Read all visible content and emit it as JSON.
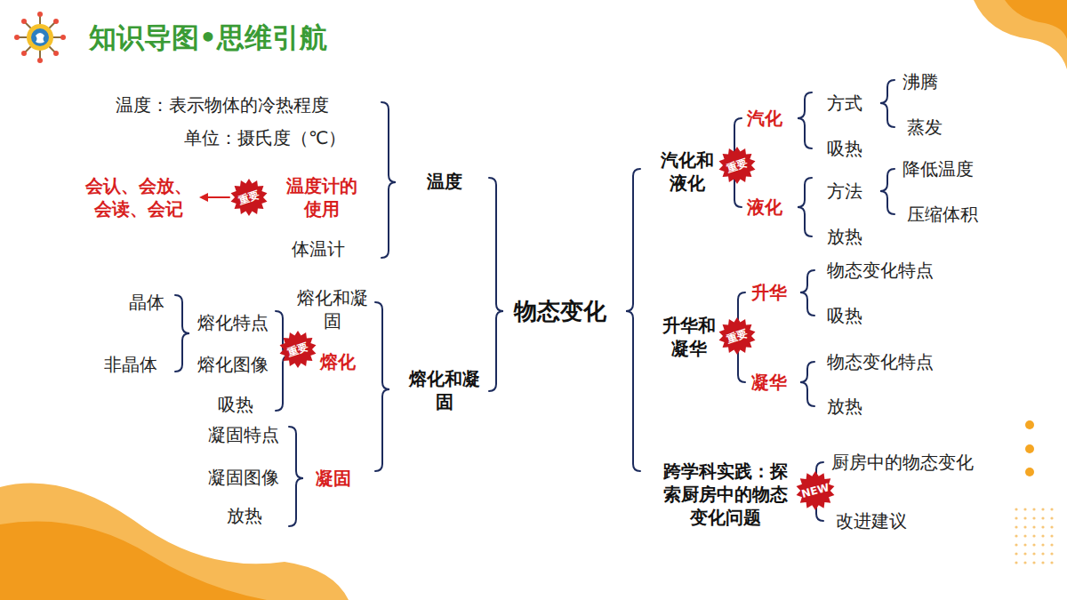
{
  "diagram": {
    "title": "知识导图•思维引航",
    "nodes": [
      {
        "text": [
          "重要"
        ]
      },
      {
        "text": [
          "重要"
        ]
      },
      {
        "text": [
          "重要"
        ]
      },
      {
        "text": [
          "重要"
        ]
      },
      {
        "text": [
          "NEW"
        ]
      }
    ],
    "labels": [
      "温度：表示物体的冷热程度",
      "单位：摄氏度（℃）",
      "会认、会放、会读、会记",
      "温度计的使用",
      "体温计",
      "温度",
      "晶体",
      "非晶体",
      "熔化特点",
      "熔化图像",
      "吸热",
      "熔化和凝固",
      "熔化",
      "凝固特点",
      "凝固图像",
      "放热",
      "凝固",
      "熔化和凝固",
      "物态变化",
      "汽化和液化",
      "汽化",
      "方式",
      "沸腾",
      "蒸发",
      "吸热",
      "液化",
      "方法",
      "降低温度",
      "压缩体积",
      "放热",
      "升华和凝华",
      "升华",
      "物态变化特点",
      "吸热",
      "凝华",
      "物态变化特点",
      "放热",
      "跨学科实践：探索厨房中的物态变化问题",
      "厨房中的物态变化",
      "改进建议"
    ]
  }
}
